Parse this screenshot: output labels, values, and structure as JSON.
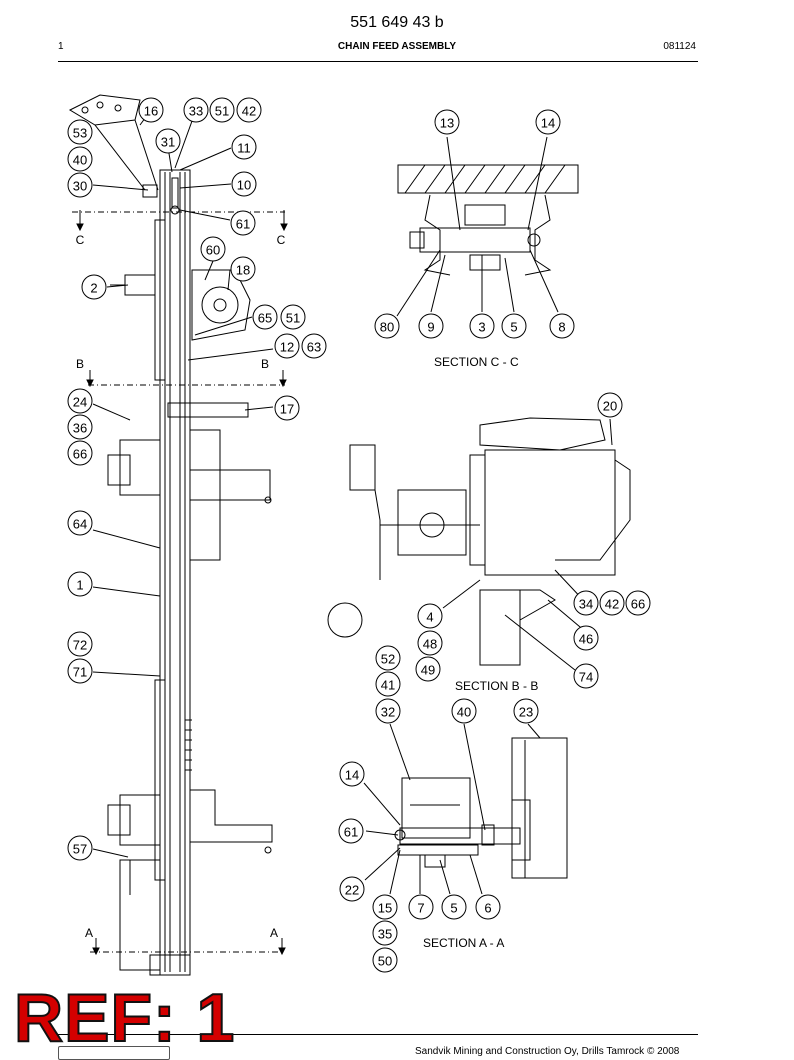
{
  "header": {
    "doc_number": "551 649 43 b",
    "page": "1",
    "title": "CHAIN FEED ASSEMBLY",
    "date": "081124"
  },
  "sections": {
    "cc": "SECTION C - C",
    "bb": "SECTION B - B",
    "aa": "SECTION A - A"
  },
  "cut_marks": {
    "c": "C",
    "b": "B",
    "a": "A"
  },
  "footer": {
    "text": "Sandvik Mining and Construction Oy, Drills Tamrock © 2008"
  },
  "ref_label": "REF: 1",
  "colors": {
    "ref": "#d40000",
    "ink": "#000000"
  },
  "callouts": {
    "main": [
      "16",
      "33",
      "51",
      "42",
      "53",
      "31",
      "11",
      "40",
      "30",
      "10",
      "61",
      "60",
      "18",
      "2",
      "65",
      "51",
      "12",
      "63",
      "24",
      "17",
      "36",
      "66",
      "64",
      "1",
      "72",
      "71",
      "57"
    ],
    "section_cc": [
      "13",
      "14",
      "80",
      "9",
      "3",
      "5",
      "8"
    ],
    "section_bb": [
      "20",
      "4",
      "34",
      "42",
      "66",
      "48",
      "46",
      "52",
      "49",
      "74",
      "41"
    ],
    "section_aa": [
      "32",
      "40",
      "23",
      "14",
      "61",
      "22",
      "15",
      "7",
      "5",
      "6",
      "35",
      "50"
    ]
  }
}
